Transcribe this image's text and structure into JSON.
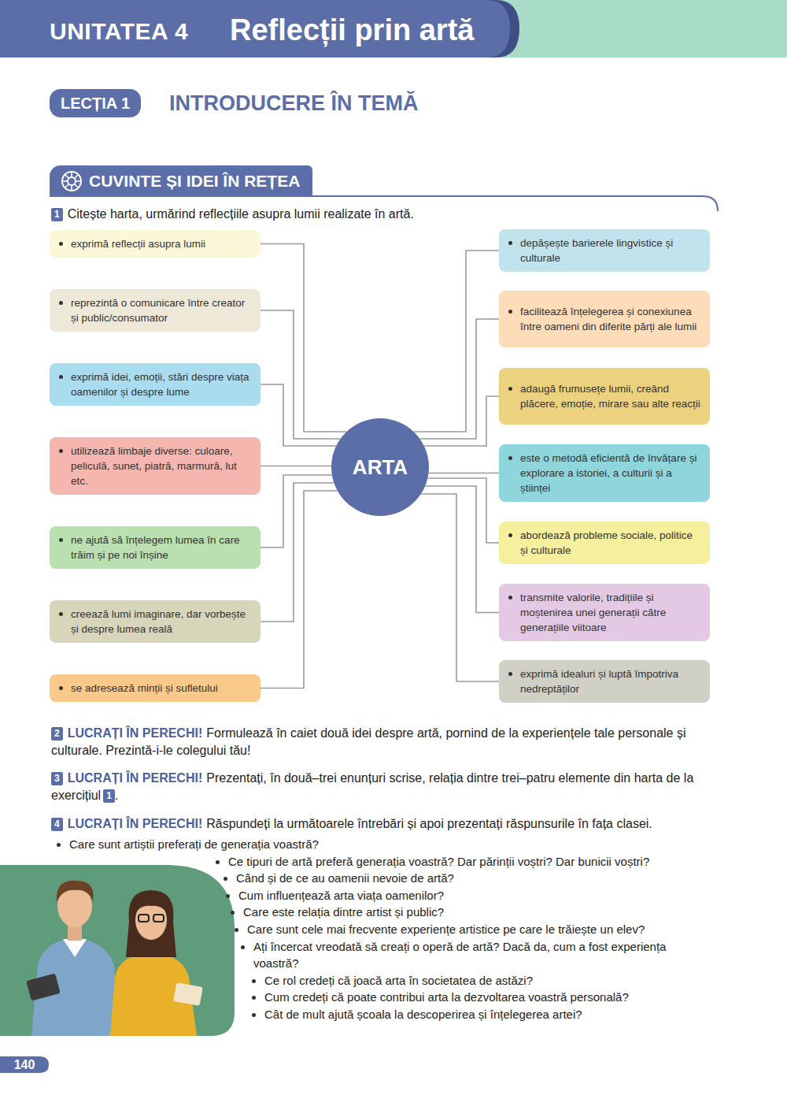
{
  "diagram": {
    "title": "Reflecții prin artă",
    "nodes": [
      {
        "text": [
          "ARTA"
        ]
      },
      {
        "text": [
          "exprimă reflecții asupra lumii"
        ]
      },
      {
        "text": [
          "reprezintă o comunicare între creator și public/consumator"
        ]
      },
      {
        "text": [
          "exprimă idei, emoții, stări despre viața oamenilor și despre lume"
        ]
      },
      {
        "text": [
          "utilizează limbaje diverse: culoare, peliculă, sunet, piatră, marmură, lut etc."
        ]
      },
      {
        "text": [
          "ne ajută să înțelegem lumea în care trăim și pe noi înșine"
        ]
      },
      {
        "text": [
          "creează lumi imaginare, dar vorbește și despre lumea reală"
        ]
      },
      {
        "text": [
          "se adresează minții și sufletului"
        ]
      },
      {
        "text": [
          "depășește barierele lingvistice și culturale"
        ]
      },
      {
        "text": [
          "facilitează înțelegerea și conexiunea între oameni din diferite părți ale lumii"
        ]
      },
      {
        "text": [
          "adaugă frumusețe lumii, creând plăcere, emoție, mirare sau alte reacții"
        ]
      },
      {
        "text": [
          "este o metodă eficientă de învățare și explorare a istoriei, a culturii și a științei"
        ]
      },
      {
        "text": [
          "abordează probleme sociale, politice și culturale"
        ]
      },
      {
        "text": [
          "transmite valorile, tradițiile și moștenirea unei generații către generațiile viitoare"
        ]
      },
      {
        "text": [
          "exprimă idealuri și luptă împotriva nedreptăților"
        ]
      }
    ],
    "edges": [
      {
        "from": 0,
        "to": 1,
        "arrow": "none"
      },
      {
        "from": 0,
        "to": 2,
        "arrow": "none"
      },
      {
        "from": 0,
        "to": 3,
        "arrow": "none"
      },
      {
        "from": 0,
        "to": 4,
        "arrow": "none"
      },
      {
        "from": 0,
        "to": 5,
        "arrow": "none"
      },
      {
        "from": 0,
        "to": 6,
        "arrow": "none"
      },
      {
        "from": 0,
        "to": 7,
        "arrow": "none"
      },
      {
        "from": 0,
        "to": 8,
        "arrow": "none"
      },
      {
        "from": 0,
        "to": 9,
        "arrow": "none"
      },
      {
        "from": 0,
        "to": 10,
        "arrow": "none"
      },
      {
        "from": 0,
        "to": 11,
        "arrow": "none"
      },
      {
        "from": 0,
        "to": 12,
        "arrow": "none"
      },
      {
        "from": 0,
        "to": 13,
        "arrow": "none"
      },
      {
        "from": 0,
        "to": 14,
        "arrow": "none"
      }
    ],
    "labels": [
      "UNITATEA 4",
      "LECȚIA 1",
      "INTRODUCERE ÎN TEMĂ",
      "CUVINTE ȘI IDEI ÎN REȚEA",
      "1",
      "Citește harta, urmărind reflecțiile asupra lumii realizate în artă.",
      "2",
      "LUCRAȚI ÎN PERECHI!",
      "Formulează în caiet două idei despre artă, pornind de la experiențele tale personale și culturale. Prezintă-i-le colegului tău!",
      "3",
      "LUCRAȚI ÎN PERECHI!",
      "Prezentați, în două–trei enunțuri scrise, relația dintre trei–patru elemente din harta de la exercițiul",
      "1",
      ".",
      "4",
      "LUCRAȚI ÎN PERECHI!",
      "Răspundeți la următoarele întrebări și apoi prezentați răspunsurile în fața clasei.",
      "Care sunt artiștii preferați de generația voastră?",
      "Ce tipuri de artă preferă generația voastră? Dar părinții voștri? Dar bunicii voștri?",
      "Când și de ce au oamenii nevoie de artă?",
      "Cum influențează arta viața oamenilor?",
      "Care este relația dintre artist și public?",
      "Care sunt cele mai frecvente experiențe artistice pe care le trăiește un elev?",
      "Ați încercat vreodată să creați o operă de artă? Dacă da, cum a fost experiența voastră?",
      "Ce rol credeți că joacă arta în societatea de astăzi?",
      "Cum credeți că poate contribui arta la dezvoltarea voastră personală?",
      "Cât de mult ajută școala la descoperirea și înțelegerea artei?",
      "140"
    ]
  }
}
